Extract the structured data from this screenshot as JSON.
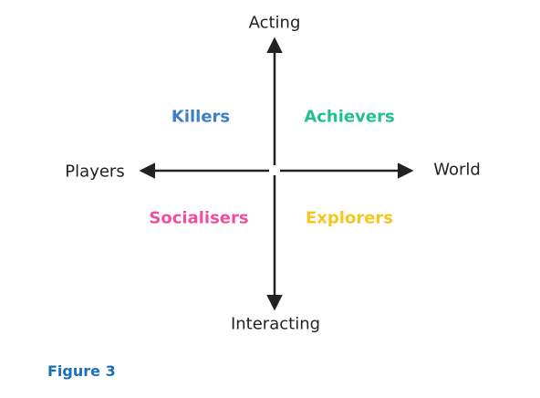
{
  "axes": {
    "top": "Acting",
    "bottom": "Interacting",
    "left": "Players",
    "right": "World"
  },
  "quadrants": {
    "top_left": {
      "label": "Killers",
      "color": "#3b7fc4"
    },
    "top_right": {
      "label": "Achievers",
      "color": "#23c08f"
    },
    "bottom_left": {
      "label": "Socialisers",
      "color": "#ee4fa0"
    },
    "bottom_right": {
      "label": "Explorers",
      "color": "#f7c51f"
    }
  },
  "caption": {
    "text": "Figure 3",
    "color": "#1b6fb8"
  },
  "colors": {
    "axis": "#222222"
  }
}
